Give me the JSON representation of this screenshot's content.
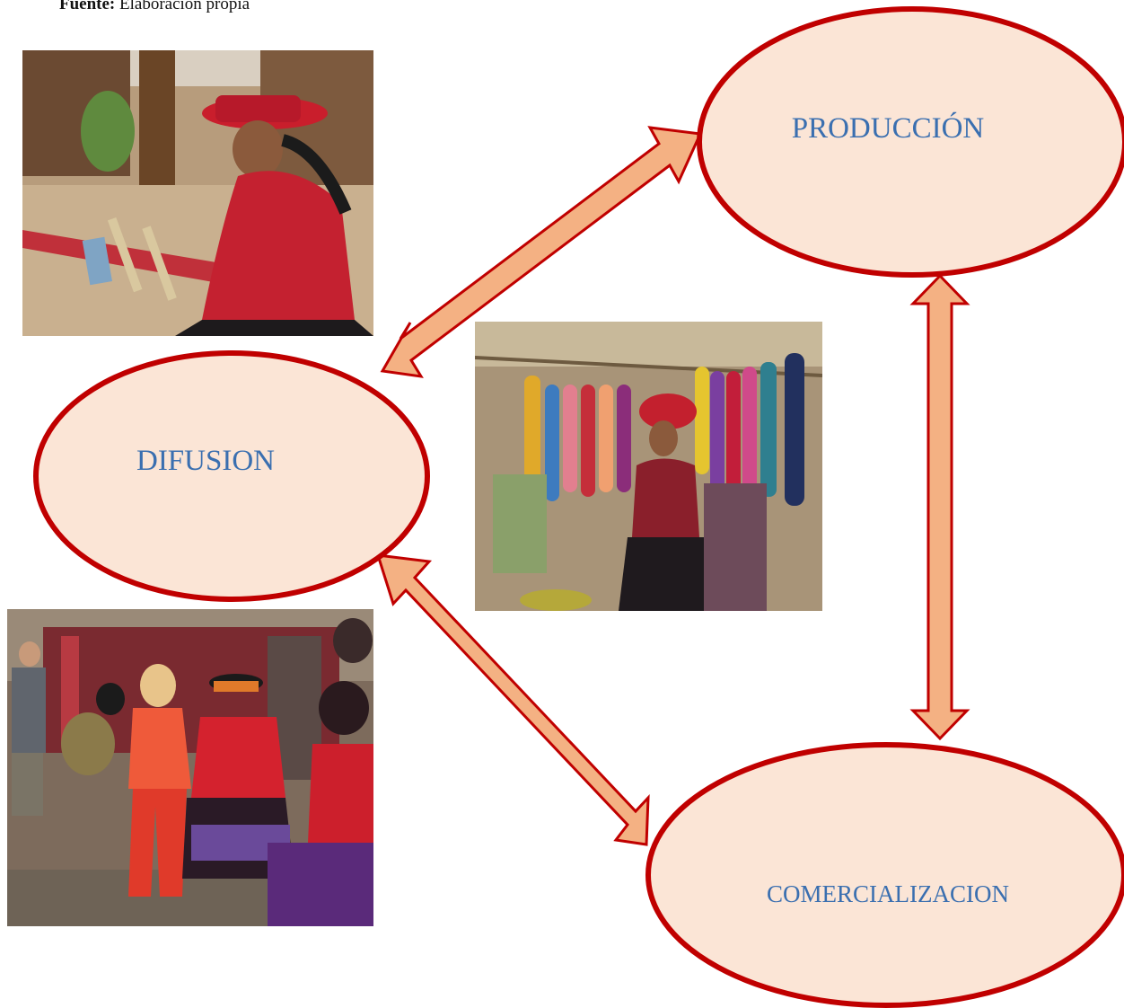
{
  "source": {
    "label": "Fuente:",
    "text": "Elaboración propia"
  },
  "nodes": {
    "produccion": "PRODUCCIÓN",
    "difusion": "DIFUSION",
    "comercializacion": "COMERCIALIZACION"
  },
  "colors": {
    "ellipse_fill": "#fbe5d6",
    "ellipse_stroke": "#c00000",
    "arrow_fill": "#f4b183",
    "arrow_stroke": "#c00000",
    "label_text": "#3a6fb0"
  },
  "photos": [
    {
      "subject": "woman-weaving-on-backstrap-loom"
    },
    {
      "subject": "woman-presenting-dyed-wool-skeins"
    },
    {
      "subject": "tourists-buying-textiles-from-weavers"
    }
  ]
}
